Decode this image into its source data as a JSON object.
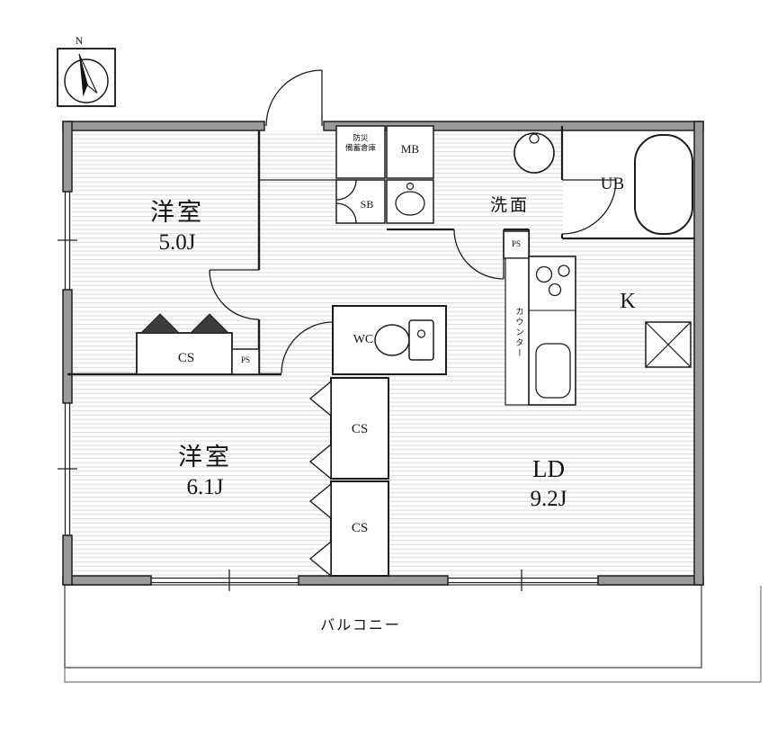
{
  "colors": {
    "wall_fill": "#9a9a9a",
    "line": "#1a1a1a",
    "floor_stripe": "#dcdcdc"
  },
  "compass": {
    "north_label": "N"
  },
  "rooms": {
    "bedroom_1": {
      "name": "洋室",
      "size": "5.0J"
    },
    "bedroom_2": {
      "name": "洋室",
      "size": "6.1J"
    },
    "living_dining": {
      "name": "LD",
      "size": "9.2J"
    },
    "kitchen": {
      "label": "K"
    },
    "washroom": {
      "label": "洗面"
    },
    "unit_bath": {
      "label": "UB"
    },
    "toilet": {
      "label": "WC"
    },
    "balcony": {
      "label": "バルコニー"
    }
  },
  "fixtures": {
    "closet_bedroom1": "CS",
    "closet_mid_upper": "CS",
    "closet_mid_lower": "CS",
    "shoe_box": "SB",
    "meter_box": "MB",
    "pipe_space_1": "PS",
    "pipe_space_2": "PS",
    "counter": "カウンター",
    "disaster_storage_line1": "防災",
    "disaster_storage_line2": "備蓄倉庫"
  }
}
